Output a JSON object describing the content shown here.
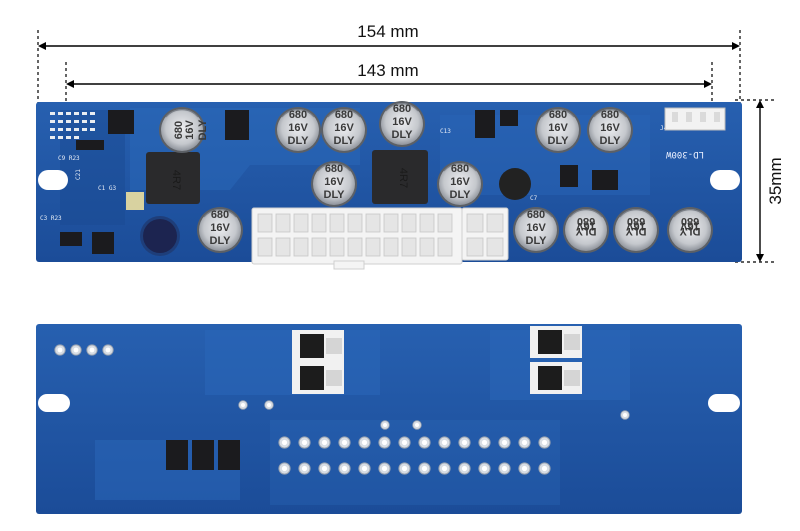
{
  "dimensions": {
    "overall_width": "154 mm",
    "hole_spacing": "143 mm",
    "height": "35mm"
  },
  "capacitor_marking": {
    "line1": "680",
    "line2": "16V",
    "line3": "DLY"
  },
  "inductor_marking": "4R7",
  "board_label": "LD-300W",
  "colors": {
    "pcb": "#1e4f9c",
    "pcb_dark": "#163f80",
    "capacitor_body": "#c9ccd1",
    "dimension_line": "#000000"
  }
}
